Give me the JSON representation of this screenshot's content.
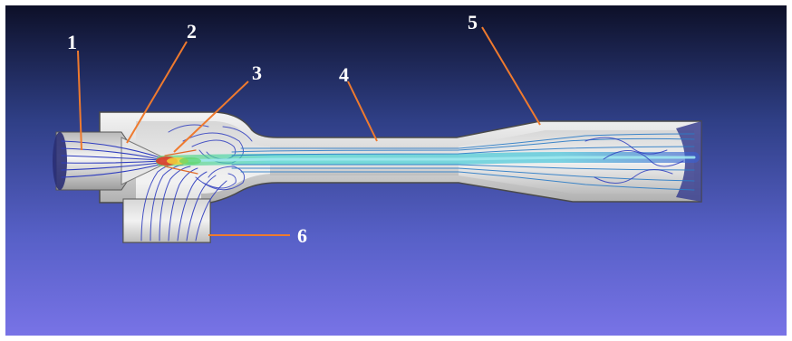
{
  "diagram": {
    "subject": "ejector-streamline-cutaway",
    "background_gradient": [
      "#0d1028",
      "#2f3f86",
      "#5760c7",
      "#7873e6"
    ],
    "callout_color": "#ef7a2e",
    "streamline_color": "#2f3dbf",
    "core_flow_color": "#37d4c8",
    "nozzle_hot_colors": [
      "#e03b2a",
      "#f2d43a",
      "#5bd66a"
    ],
    "callouts": [
      {
        "id": "1",
        "label": "1",
        "part": "motive-inlet"
      },
      {
        "id": "2",
        "label": "2",
        "part": "suction-chamber-wall"
      },
      {
        "id": "3",
        "label": "3",
        "part": "nozzle-exit"
      },
      {
        "id": "4",
        "label": "4",
        "part": "mixing-tube"
      },
      {
        "id": "5",
        "label": "5",
        "part": "diffuser"
      },
      {
        "id": "6",
        "label": "6",
        "part": "suction-inlet"
      }
    ]
  }
}
